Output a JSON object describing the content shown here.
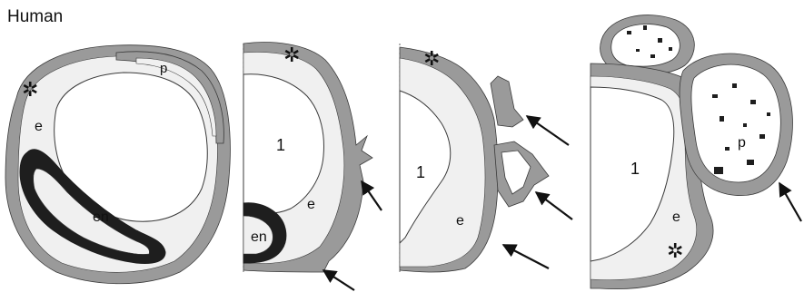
{
  "figure": {
    "title": "Human",
    "colors": {
      "membrane": "#9a9a9a",
      "matrix": "#f0f0f0",
      "outline": "#3a3a3a",
      "endoderm": "#1e1e1e",
      "background": "#ffffff"
    },
    "panels": [
      {
        "id": "a",
        "labels": {
          "e": "e",
          "en": "en",
          "p": "p",
          "asterisk": "✲"
        }
      },
      {
        "id": "b",
        "labels": {
          "one": "1",
          "e": "e",
          "en": "en",
          "asterisk": "✲"
        }
      },
      {
        "id": "c",
        "labels": {
          "one": "1",
          "e": "e",
          "asterisk": "✲"
        }
      },
      {
        "id": "d",
        "labels": {
          "one": "1",
          "e": "e",
          "p": "p",
          "asterisk": "✲"
        }
      }
    ]
  }
}
